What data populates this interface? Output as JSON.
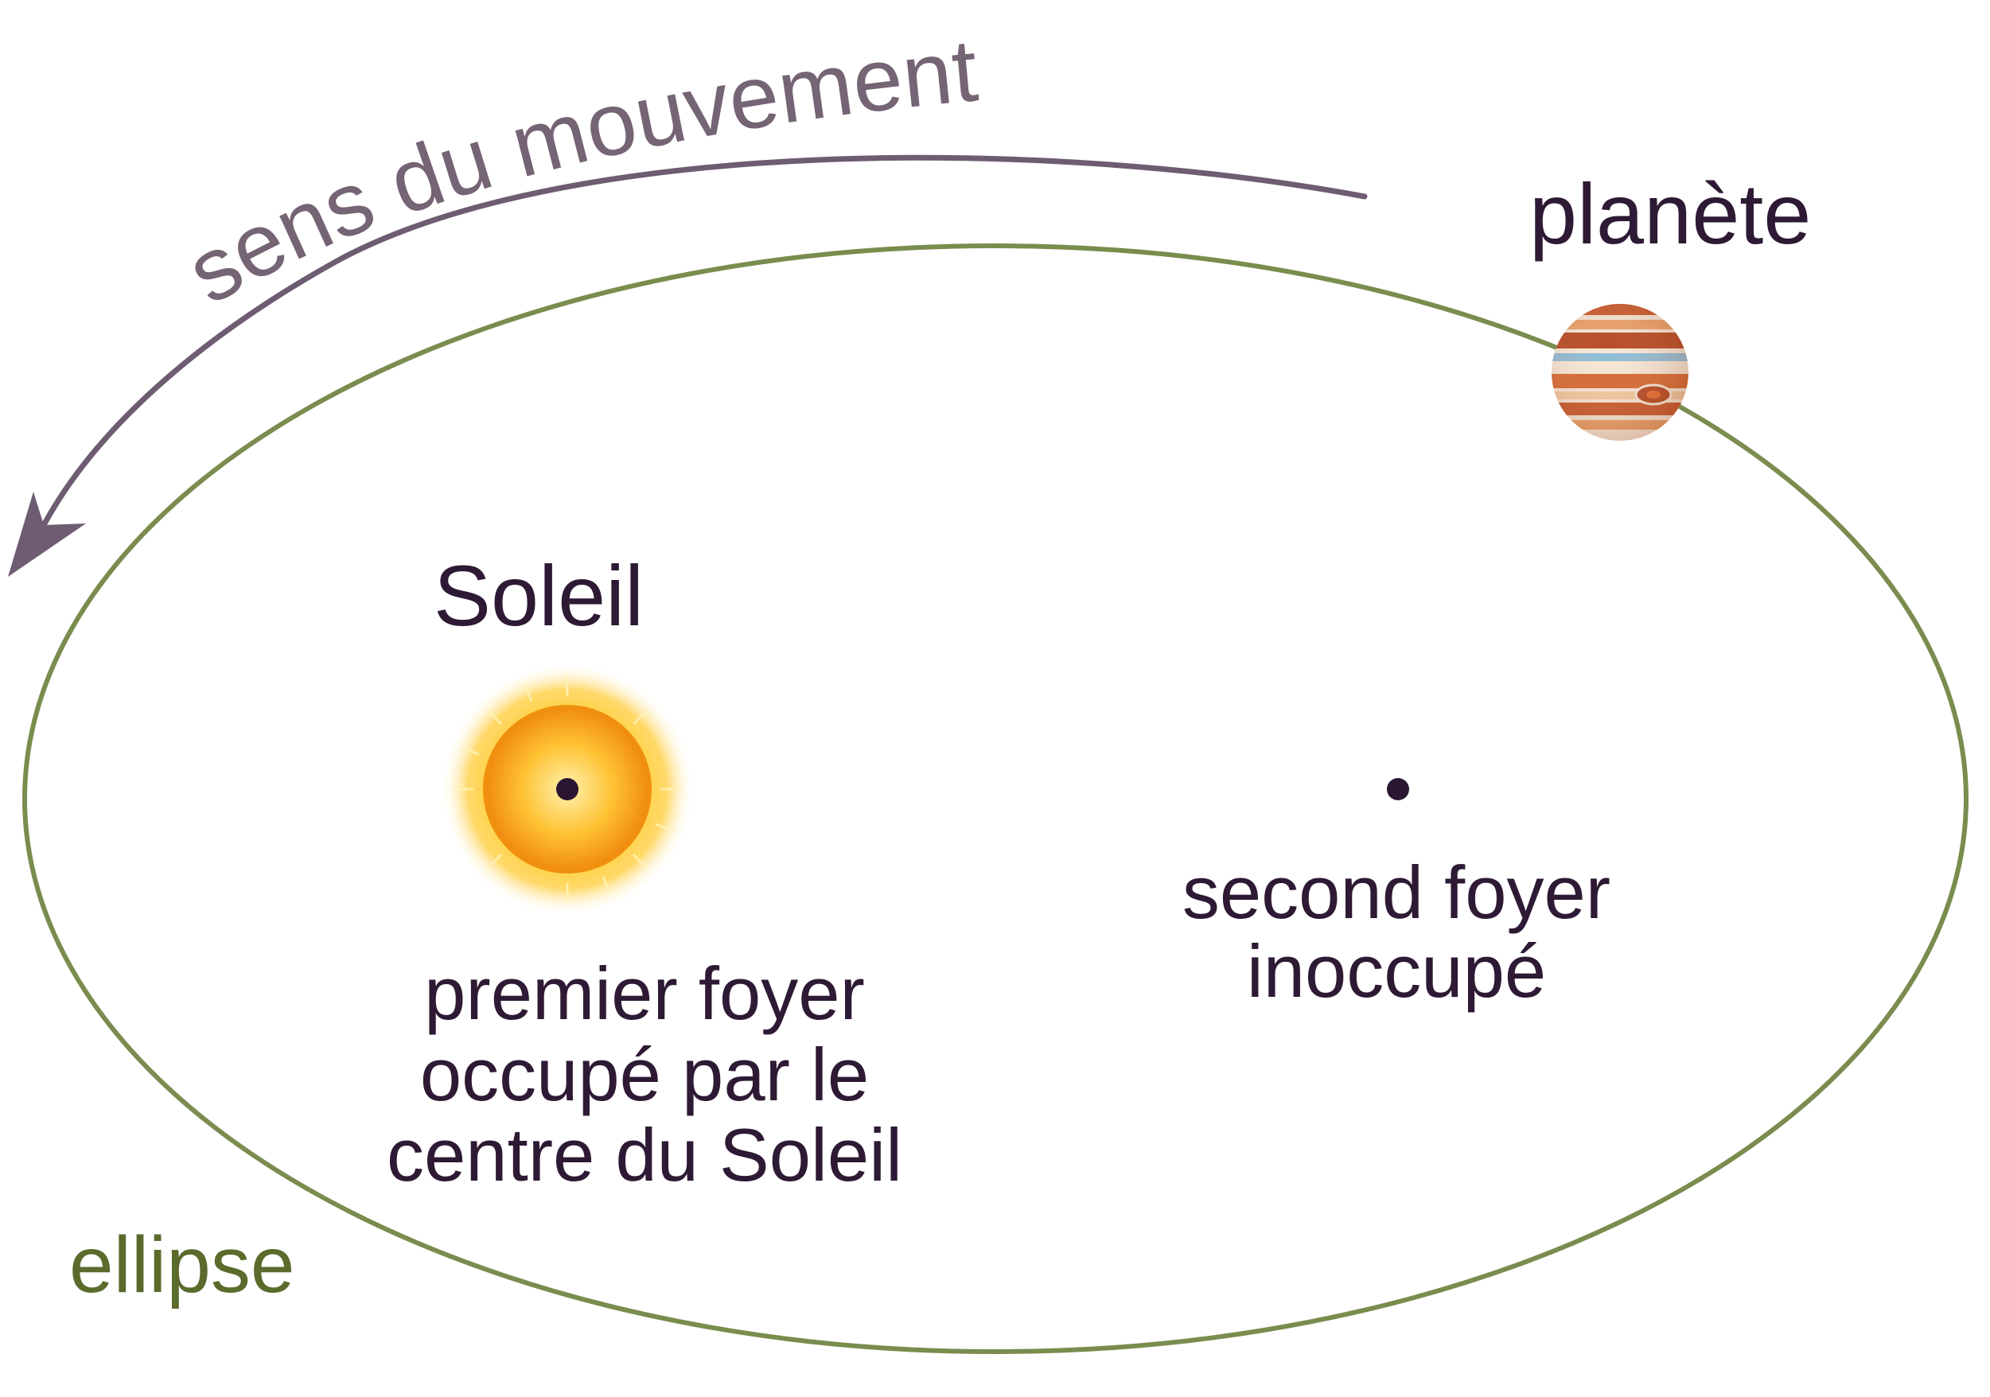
{
  "labels": {
    "motion": "sens du mouvement",
    "planet": "planète",
    "sun": "Soleil",
    "first_focus": "premier foyer occupé par le centre du Soleil",
    "second_focus": "second foyer inoccupé",
    "ellipse": "ellipse"
  },
  "colors": {
    "ellipse": "#7a8c4e",
    "ellipse_label": "#5a6b2c",
    "arrow": "#6e5c72",
    "text": "#2e1a34",
    "focus_dot": "#2a1630",
    "sun_core": "#f7a21a",
    "sun_glow": "#ffd84a",
    "planet_band": "#c75a2e"
  },
  "icons": {
    "sun": "sun-icon",
    "planet": "jupiter-like-planet-icon",
    "arrow": "curved-arrow-icon"
  }
}
